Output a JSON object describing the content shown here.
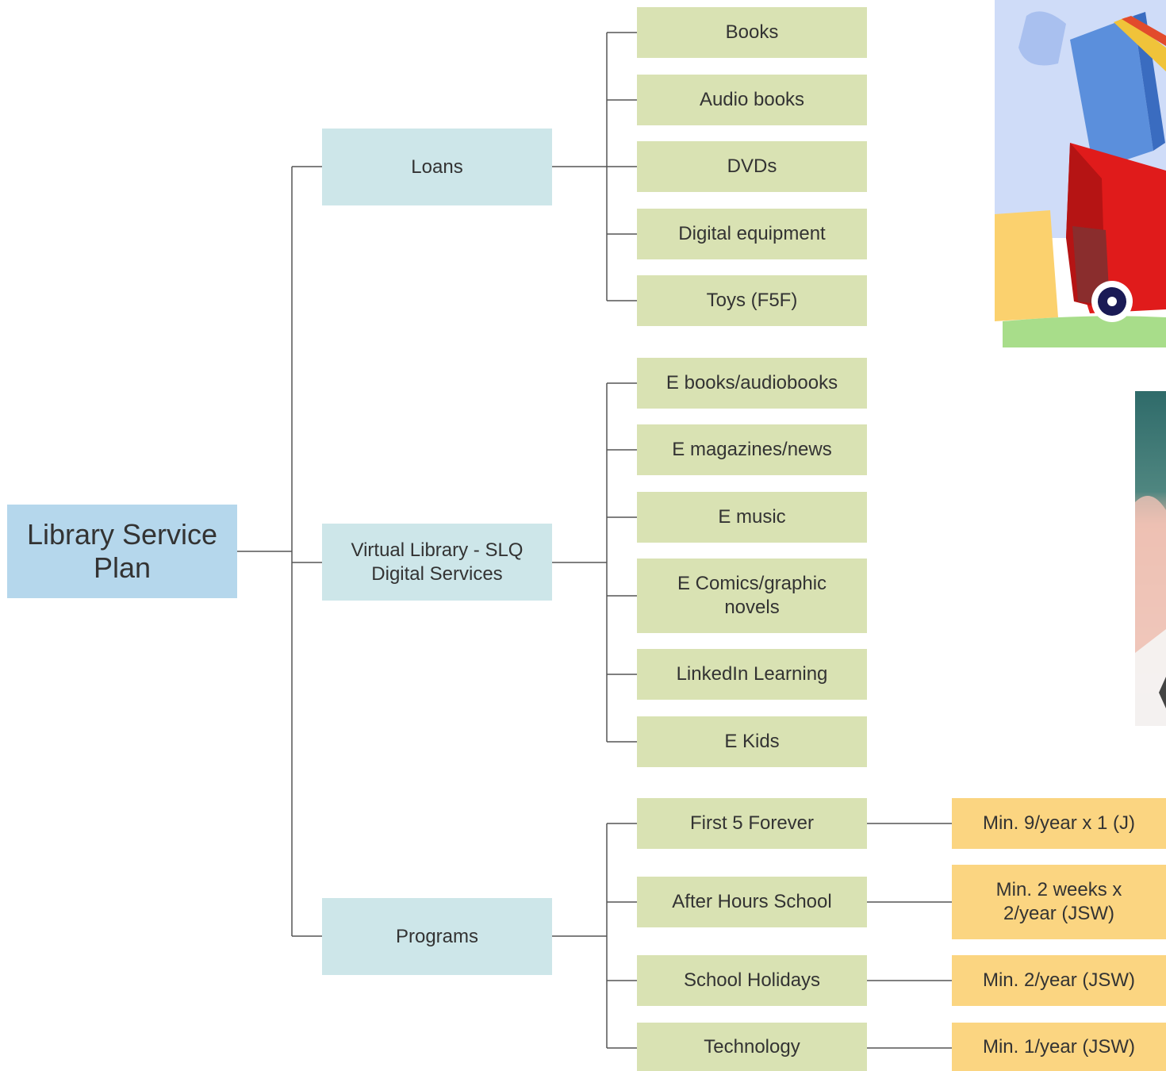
{
  "root": {
    "label": "Library Service Plan"
  },
  "branches": [
    {
      "label": "Loans",
      "children": [
        "Books",
        "Audio books",
        "DVDs",
        "Digital equipment",
        "Toys (F5F)"
      ]
    },
    {
      "label": "Virtual Library - SLQ Digital Services",
      "children": [
        "E books/audiobooks",
        "E magazines/news",
        "E music",
        "E Comics/graphic novels",
        "LinkedIn Learning",
        "E Kids"
      ]
    },
    {
      "label": "Programs",
      "children": [
        "First 5 Forever",
        "After Hours School",
        "School Holidays",
        "Technology"
      ]
    }
  ],
  "program_notes": [
    "Min. 9/year x 1 (J)",
    "Min. 2 weeks x 2/year (JSW)",
    "Min. 2/year (JSW)",
    "Min. 1/year (JSW)"
  ],
  "colors": {
    "root": "#b5d7ec",
    "branch": "#cde6e9",
    "leaf": "#d9e2b3",
    "note": "#fbd581",
    "line": "#555555"
  }
}
